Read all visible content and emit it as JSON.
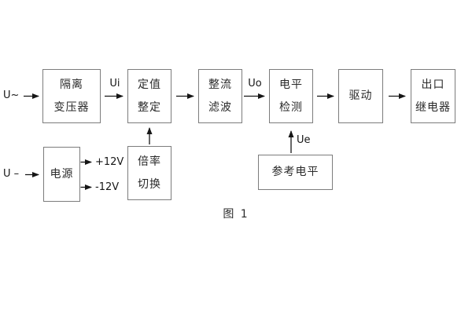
{
  "diagram": {
    "caption": "图 1",
    "inputs": {
      "ac_input": "U~",
      "dc_input": "U –"
    },
    "signals": {
      "ui": "Ui",
      "uo": "Uo",
      "ue": "Ue",
      "rail_pos": "+12V",
      "rail_neg": "-12V"
    },
    "blocks": {
      "isolation_transformer": {
        "line1": "隔离",
        "line2": "变压器"
      },
      "setting_adjust": {
        "line1": "定值",
        "line2": "整定"
      },
      "rectifier_filter": {
        "line1": "整流",
        "line2": "滤波"
      },
      "level_detect": {
        "line1": "电平",
        "line2": "检测"
      },
      "driver": {
        "line1": "驱动"
      },
      "output_relay": {
        "line1": "出口",
        "line2": "继电器"
      },
      "power_supply": {
        "line1": "电源"
      },
      "ratio_switch": {
        "line1": "倍率",
        "line2": "切换"
      },
      "reference_level": {
        "line1": "参考电平"
      }
    },
    "colors": {
      "border": "#7c7c7c",
      "text": "#2a2a2a",
      "arrow": "#161616",
      "background": "#ffffff"
    }
  }
}
